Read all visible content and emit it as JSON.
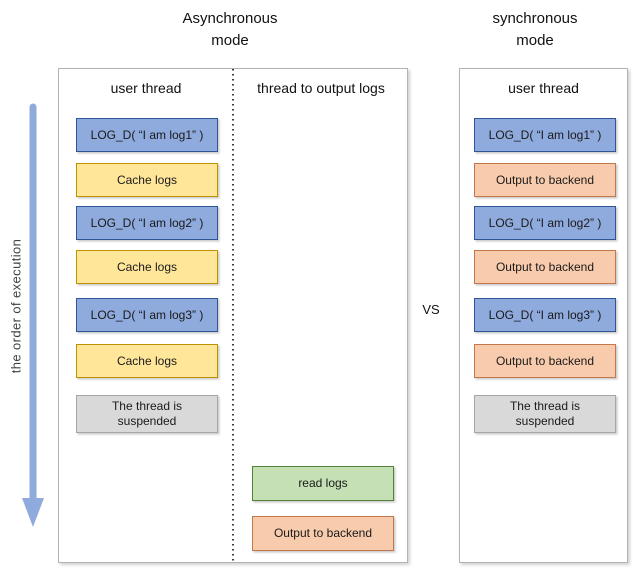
{
  "titles": {
    "async": {
      "line1": "Asynchronous",
      "line2": "mode"
    },
    "sync": {
      "line1": "synchronous",
      "line2": "mode"
    }
  },
  "vs_label": "VS",
  "execution_arrow": {
    "label": "the order of execution",
    "color": "#8faadc"
  },
  "async_panel": {
    "user_column_header": "user thread",
    "output_column_header": "thread to output logs",
    "user_boxes": [
      {
        "label": "LOG_D( “I am log1” )",
        "type": "log-call"
      },
      {
        "label": "Cache logs",
        "type": "cache"
      },
      {
        "label": "LOG_D( “I am log2” )",
        "type": "log-call"
      },
      {
        "label": "Cache logs",
        "type": "cache"
      },
      {
        "label": "LOG_D( “I am log3” )",
        "type": "log-call"
      },
      {
        "label": "Cache logs",
        "type": "cache"
      },
      {
        "label": "The thread is suspended",
        "type": "suspended"
      }
    ],
    "output_boxes": [
      {
        "label": "read logs",
        "type": "read"
      },
      {
        "label": "Output to backend",
        "type": "output"
      }
    ]
  },
  "sync_panel": {
    "user_column_header": "user thread",
    "user_boxes": [
      {
        "label": "LOG_D( “I am log1” )",
        "type": "log-call"
      },
      {
        "label": "Output to backend",
        "type": "output"
      },
      {
        "label": "LOG_D( “I am log2” )",
        "type": "log-call"
      },
      {
        "label": "Output to backend",
        "type": "output"
      },
      {
        "label": "LOG_D( “I am log3” )",
        "type": "log-call"
      },
      {
        "label": "Output to backend",
        "type": "output"
      },
      {
        "label": "The thread is suspended",
        "type": "suspended"
      }
    ]
  },
  "colors": {
    "log_call_fill": "#8faadc",
    "log_call_border": "#2f5597",
    "cache_fill": "#ffe699",
    "cache_border": "#bf9000",
    "output_fill": "#f8cbad",
    "output_border": "#c0784c",
    "suspended_fill": "#d9d9d9",
    "suspended_border": "#a6a6a6",
    "read_fill": "#c5e0b4",
    "read_border": "#538135",
    "arrow": "#8faadc"
  }
}
